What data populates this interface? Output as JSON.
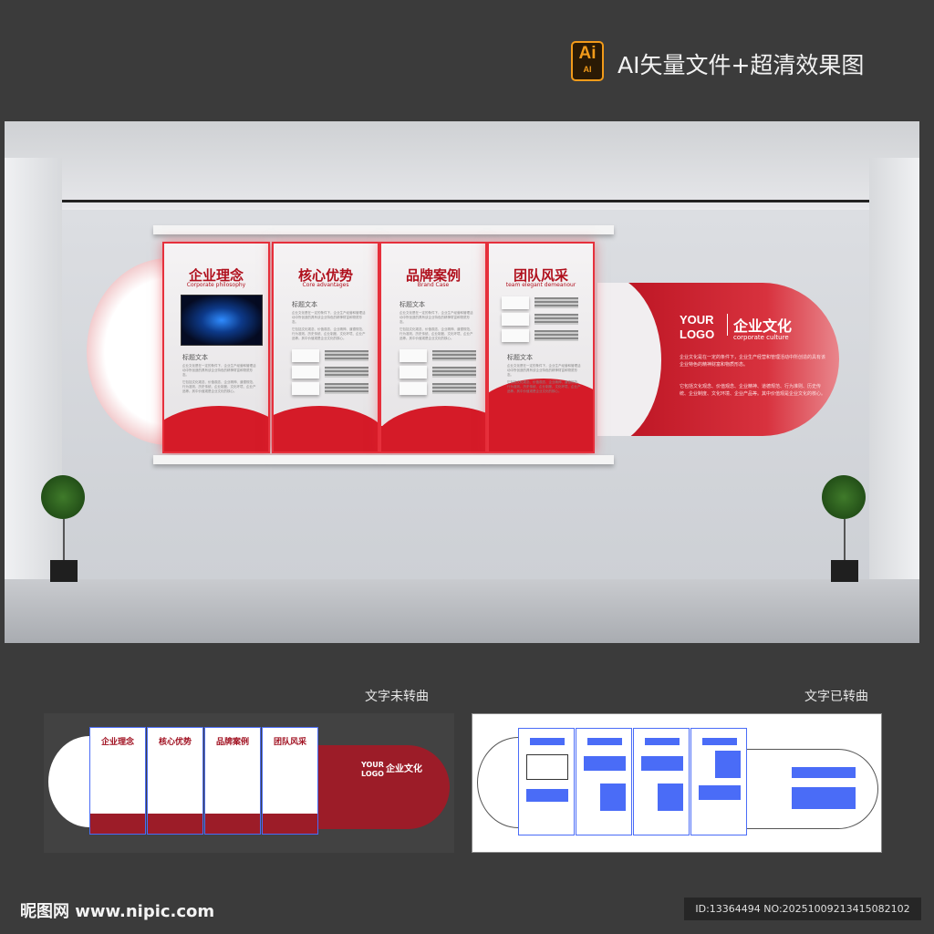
{
  "header": {
    "ai_icon_big": "Ai",
    "ai_icon_small": "AI",
    "title": "AI矢量文件+超清效果图"
  },
  "panels": [
    {
      "title": "企业理念",
      "subtitle": "Corporate philosophy"
    },
    {
      "title": "核心优势",
      "subtitle": "Core advantages"
    },
    {
      "title": "品牌案例",
      "subtitle": "Brand Case"
    },
    {
      "title": "团队风采",
      "subtitle": "team elegant demeanour"
    }
  ],
  "heading_placeholder": "标题文本",
  "body_text_1": "企业文化是在一定的条件下，企业生产经营和管理活动中所创造的具有该企业特色的精神财富和物质形态。",
  "body_text_2": "它包括文化观念、价值观念、企业精神、道德规范、行为准则、历史传统、企业制度、文化环境、企业产品等。其中价值观是企业文化的核心。",
  "culture_panel": {
    "logo_line1": "YOUR",
    "logo_line2": "LOGO",
    "title": "企业文化",
    "subtitle": "corporate culture"
  },
  "previews": {
    "left_label": "文字未转曲",
    "right_label": "文字已转曲"
  },
  "footer": {
    "site": "昵图网 www.nipic.com",
    "id_text": "ID:13364494 NO:20251009213415082102"
  },
  "colors": {
    "brand_red": "#d51b28",
    "title_red": "#b0101d",
    "background": "#3b3b3b"
  }
}
